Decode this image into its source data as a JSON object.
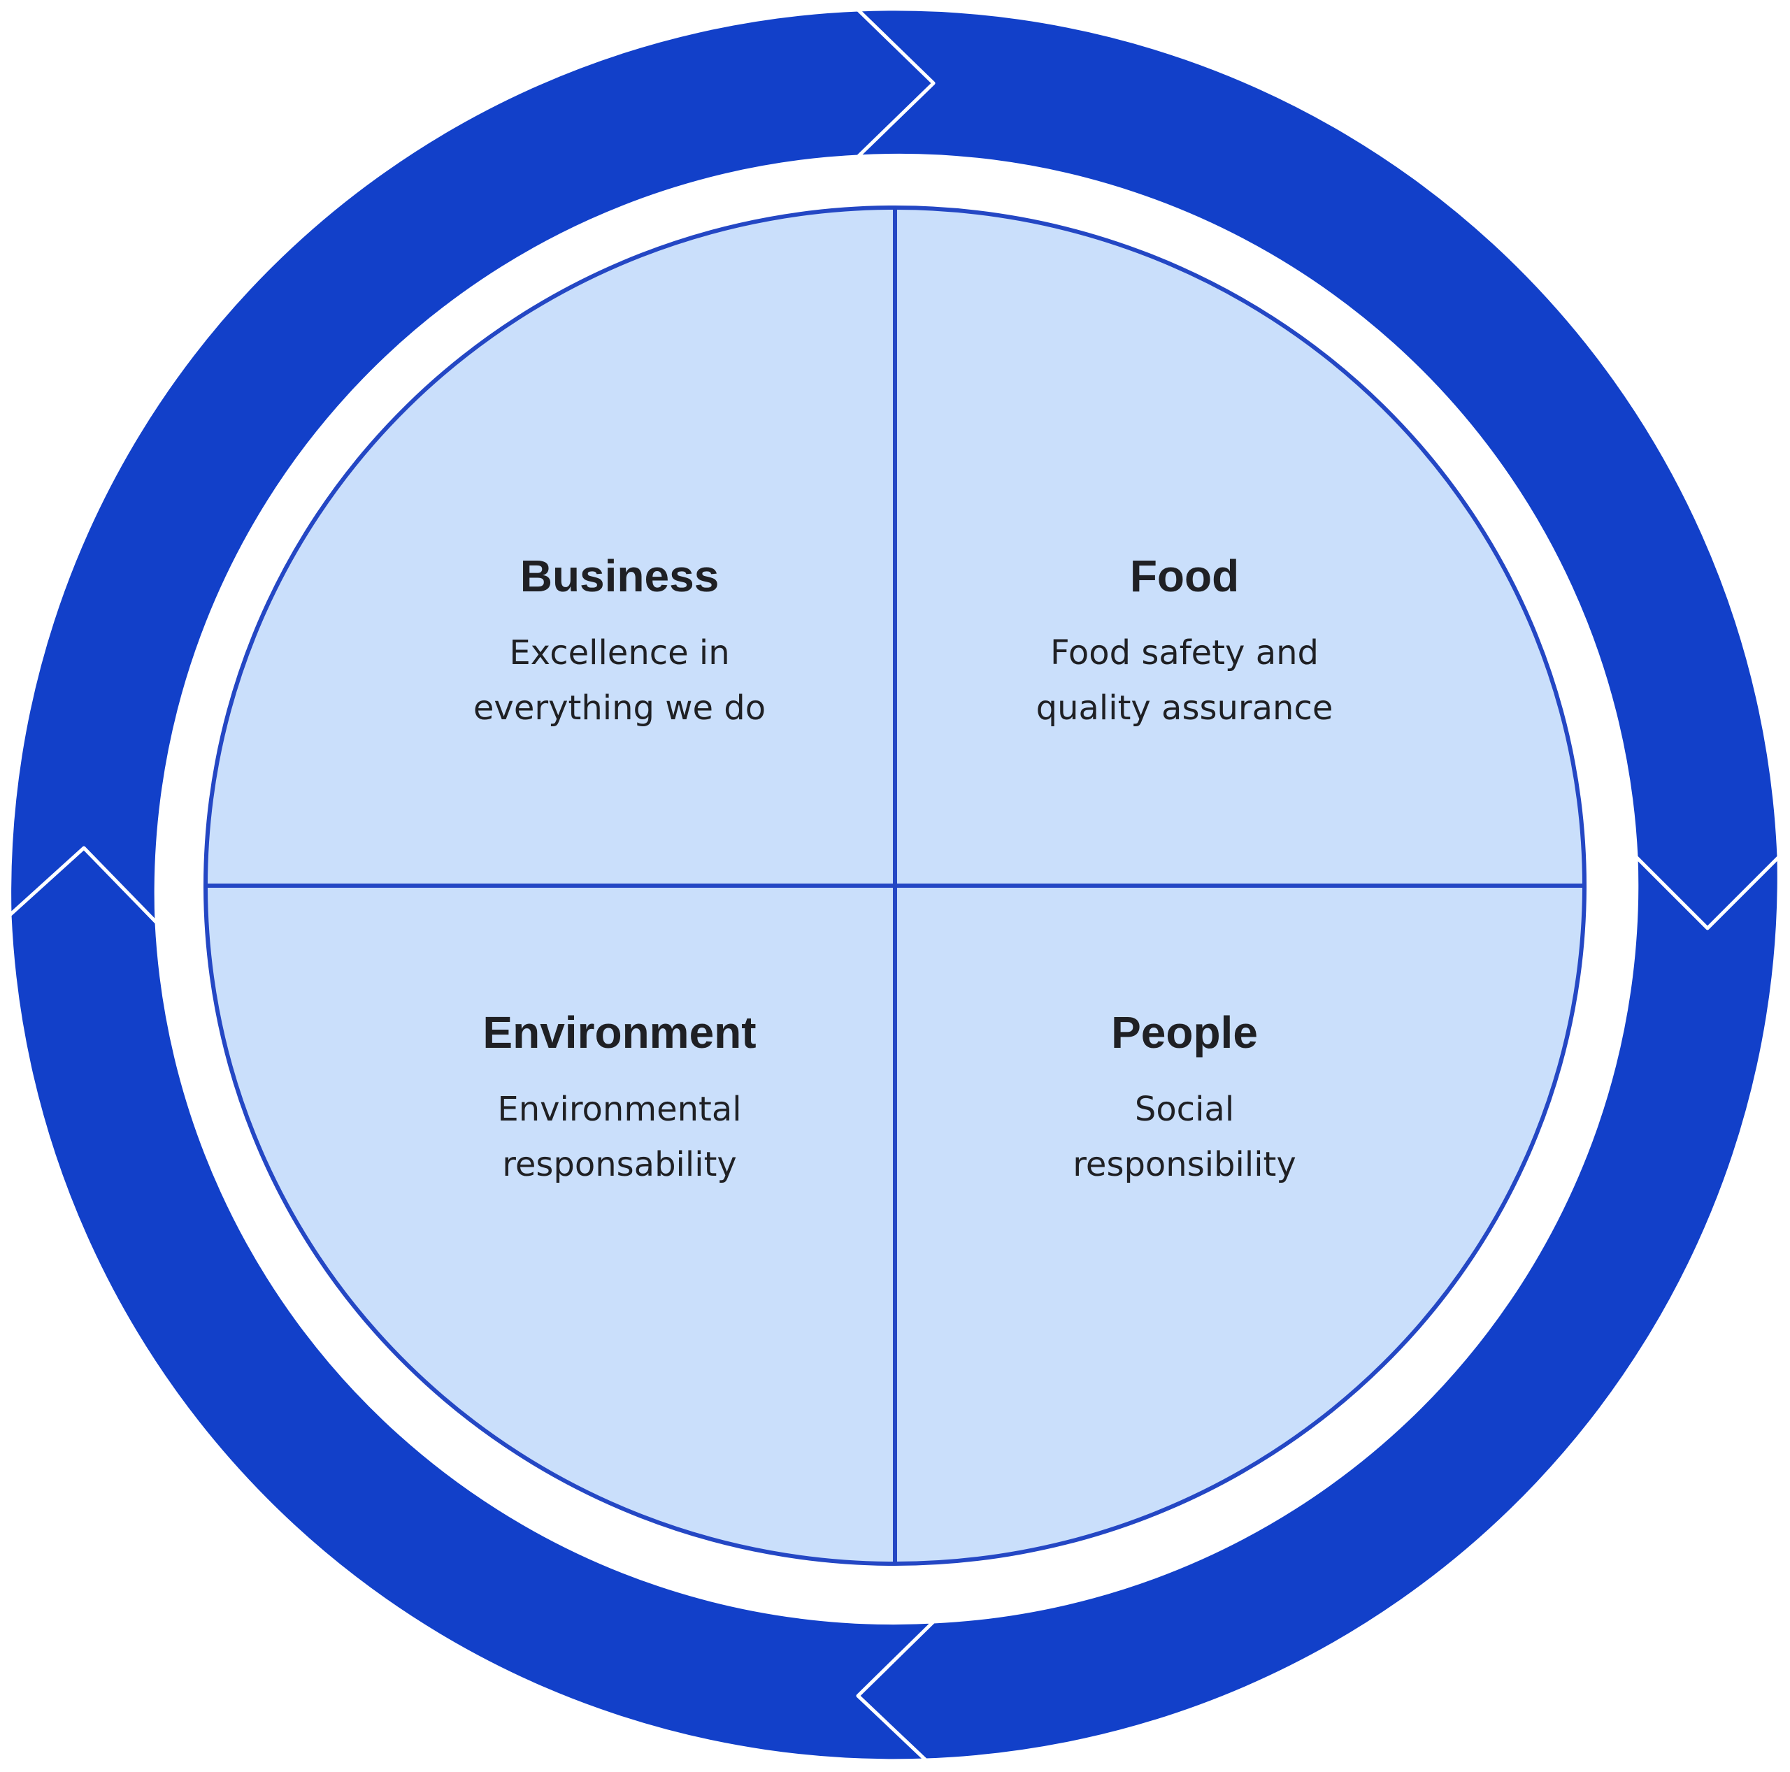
{
  "colors": {
    "ring": "#1240c9",
    "inner_fill": "#cadffb",
    "inner_stroke": "#2447c4",
    "separator": "#ffffff",
    "text": "#1f2024"
  },
  "quadrants": {
    "business": {
      "title": "Business",
      "line1": "Excellence in",
      "line2": "everything we do"
    },
    "food": {
      "title": "Food",
      "line1": "Food safety and",
      "line2": "quality assurance"
    },
    "environment": {
      "title": "Environment",
      "line1": "Environmental",
      "line2": "responsability"
    },
    "people": {
      "title": "People",
      "line1": "Social",
      "line2": "responsibility"
    }
  }
}
